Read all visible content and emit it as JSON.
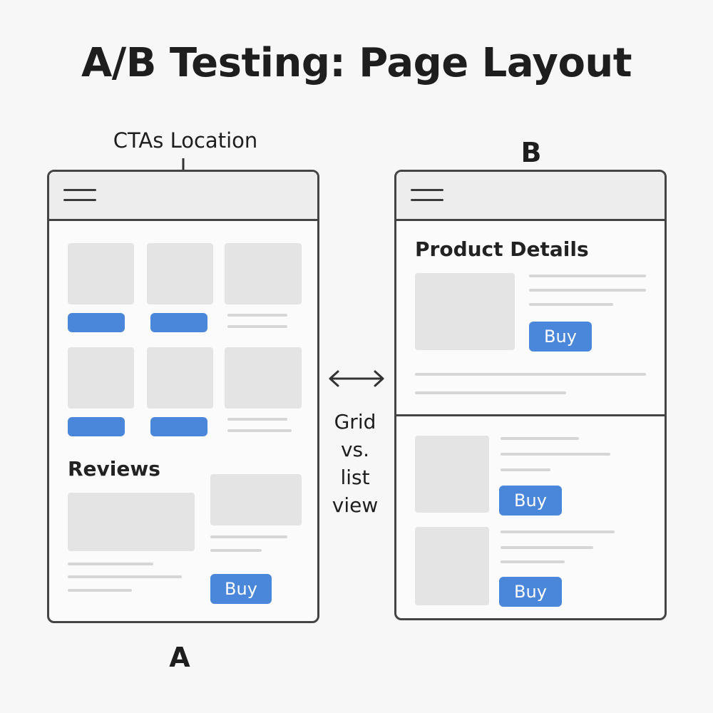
{
  "title": "A/B Testing: Page Layout",
  "annotations": {
    "cta_location": "CTAs Location",
    "grid_vs_list": [
      "Grid",
      "vs.",
      "list",
      "view"
    ]
  },
  "variant_a": {
    "label": "A",
    "reviews_title": "Reviews",
    "buy_label": "Buy"
  },
  "variant_b": {
    "label": "B",
    "product_details_title": "Product Details",
    "buy_label_1": "Buy",
    "buy_label_2": "Buy",
    "buy_label_3": "Buy"
  },
  "colors": {
    "cta_blue": "#4a86d9",
    "placeholder_gray": "#e4e4e4",
    "outline": "#444444"
  }
}
